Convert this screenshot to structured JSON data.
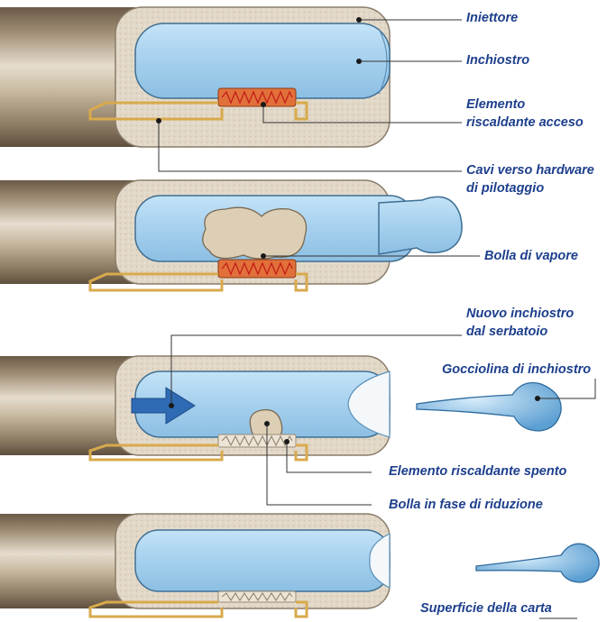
{
  "labels": {
    "injector": "Iniettore",
    "ink": "Inchiostro",
    "heater_on_1": "Elemento",
    "heater_on_2": "riscaldante acceso",
    "wires_1": "Cavi verso hardware",
    "wires_2": "di pilotaggio",
    "vapor_bubble": "Bolla di vapore",
    "new_ink_1": "Nuovo inchiostro",
    "new_ink_2": "dal serbatoio",
    "droplet": "Gocciolina di inchiostro",
    "heater_off": "Elemento riscaldante spento",
    "shrinking_bubble": "Bolla in fase di riduzione",
    "paper_surface": "Superficie della carta"
  },
  "colors": {
    "ink": "#a9d3ef",
    "ink_stroke": "#3f6f93",
    "shell": "#e2d8c8",
    "metal_dark": "#6b5a47",
    "metal_light": "#e6ddcf",
    "heater_on": "#e2703a",
    "heater_on_zigzag": "#c2201a",
    "heater_off": "#ece4d6",
    "wire": "#d8aa4c",
    "bubble": "#ddcfb6",
    "arrow": "#2f6bb4",
    "label": "#1d3f8c",
    "leader": "#333333"
  }
}
